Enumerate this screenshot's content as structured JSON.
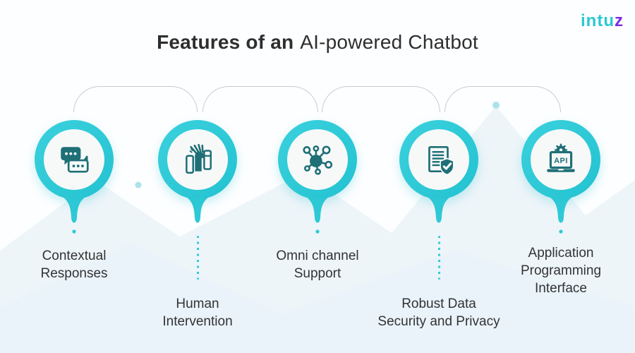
{
  "logo": {
    "text_main": "intu",
    "text_accent": "z"
  },
  "title": {
    "bold_part": "Features of an",
    "regular_part": "AI-powered Chatbot"
  },
  "features": [
    {
      "label": "Contextual\nResponses",
      "icon": "chat-bubbles-icon"
    },
    {
      "label": "Human\nIntervention",
      "icon": "hand-intervention-icon"
    },
    {
      "label": "Omni channel\nSupport",
      "icon": "network-hub-icon"
    },
    {
      "label": "Robust Data\nSecurity and Privacy",
      "icon": "document-shield-icon"
    },
    {
      "label": "Application\nProgramming\nInterface",
      "icon": "laptop-api-icon",
      "icon_text": "API"
    }
  ],
  "colors": {
    "accent_teal": "#2fc9d6",
    "icon_dark_teal": "#1e6f76",
    "logo_teal": "#2bc7d4",
    "logo_purple": "#7c2be2",
    "title_text": "#2e2e2e",
    "label_text": "#323335",
    "connector_gray": "#c9cbcc",
    "background_mountain": "#edf5f9"
  }
}
